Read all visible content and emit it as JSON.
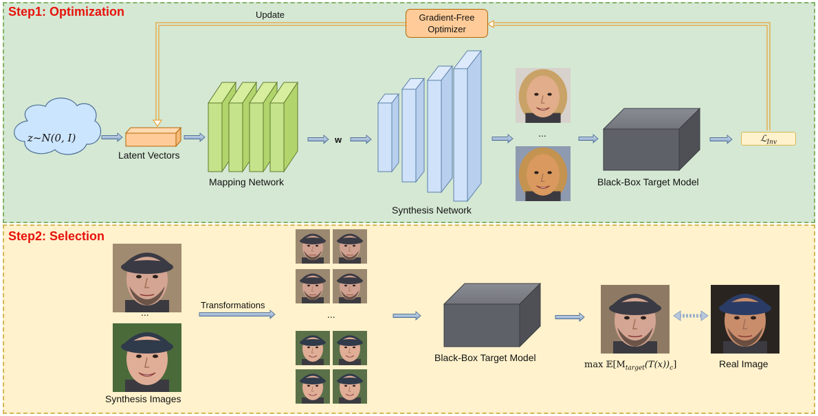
{
  "step1": {
    "title": "Step1: Optimization",
    "update_label": "Update",
    "optimizer": {
      "line1": "Gradient-Free",
      "line2": "Optimizer"
    },
    "cloud_formula": "z~N(0, I)",
    "latent_label": "Latent Vectors",
    "mapping_label": "Mapping Network",
    "w_label": "w",
    "synthesis_label": "Synthesis Network",
    "ellipsis": "...",
    "blackbox_label": "Black-Box Target Model",
    "loss_label": "ℒ",
    "loss_sub": "Inv"
  },
  "step2": {
    "title": "Step2: Selection",
    "ellipsis_left": "...",
    "synthesis_images_label": "Synthesis Images",
    "transformations_label": "Transformations",
    "ellipsis_grid": "...",
    "blackbox_label": "Black-Box Target Model",
    "objective": "max 𝔼[M",
    "objective_sub": "target",
    "objective_tail": "(T(x))",
    "objective_sub2": "c",
    "objective_end": "]",
    "real_image_label": "Real Image"
  },
  "colors": {
    "panel1_bg": "#d5e8d4",
    "panel1_border": "#82b366",
    "panel2_bg": "#fff2cc",
    "panel2_border": "#d6b656",
    "title_red": "#e8120c",
    "cloud": "#cce5ff",
    "latent": "#ffcc99",
    "mapping": "#c5e38a",
    "synthesis": "#cfe2f9",
    "blackbox": "#5f6168",
    "feedback_line": "#e8a33a"
  }
}
